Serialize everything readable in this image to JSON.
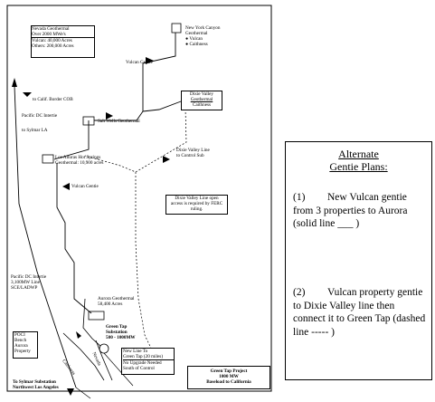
{
  "map": {
    "nevada_box": {
      "lines": [
        "Nevada Geothermal",
        "Over 2000 MWe's",
        "Vulcan: 40,000 Acres",
        "Others: 200,000 Acres"
      ]
    },
    "new_york_canyon": {
      "lines": [
        "New York Canyon",
        "Geothermal"
      ],
      "bullets": [
        "Vulcan",
        "Caithness"
      ]
    },
    "vulcan_gentie_top": "Vulcan Gentie",
    "dixie_valley_box": {
      "lines": [
        "Dixie Valley",
        "Geothermal",
        "Caithness"
      ]
    },
    "to_calif_border": "to Calif. Border COB",
    "pacific_dc_intertie": "Pacific DC Intertie",
    "to_sylmar_la": "to Sylmar LA",
    "salt_wells": "Salt Wells Geothermal",
    "dixie_valley_line": [
      "Dixie Valley Line",
      "to Control Sub"
    ],
    "las_alturas": [
      "Los Alturas Hot Springs",
      "Geothermal: 10,900 acres"
    ],
    "vulcan_gentie_mid": "Vulcan Gentie",
    "ferc_note": [
      "Dixie Valley Line open",
      "access is required by FERC",
      "ruling."
    ],
    "pacific_dc_intertie_bottom": [
      "Pacific DC Intertie",
      "3,100MW Line",
      "SCE/LADWP"
    ],
    "aurora": [
      "Aurora Geothermal",
      "58,400 Acres"
    ],
    "green_tap_substation": [
      "Green Tap",
      "Substation",
      "500 - 1000MW"
    ],
    "poci_box": [
      "POCI",
      "Bench",
      "Aurora",
      "Property"
    ],
    "caithness_road": "Caithness",
    "nevada_road": "Nevada",
    "new_line_box": [
      "New Line To",
      "Green Tap (20 miles)",
      "No Upgrade Needed",
      "South of Control"
    ],
    "green_tap_project_box": [
      "Green Tap Project",
      "1000 MW",
      "Baseload to California"
    ],
    "to_sylmar_sub": [
      "To Sylmar Substation",
      "Northwest Los Angeles"
    ]
  },
  "panel": {
    "title": [
      "Alternate",
      "Gentie Plans:"
    ],
    "items": [
      {
        "num": "(1)",
        "text": "New Vulcan gentie from 3 properties to Aurora (solid line ___ )"
      },
      {
        "num": "(2)",
        "text": "Vulcan property gentie to Dixie Valley line then connect it to Green Tap (dashed line ----- )"
      }
    ]
  }
}
